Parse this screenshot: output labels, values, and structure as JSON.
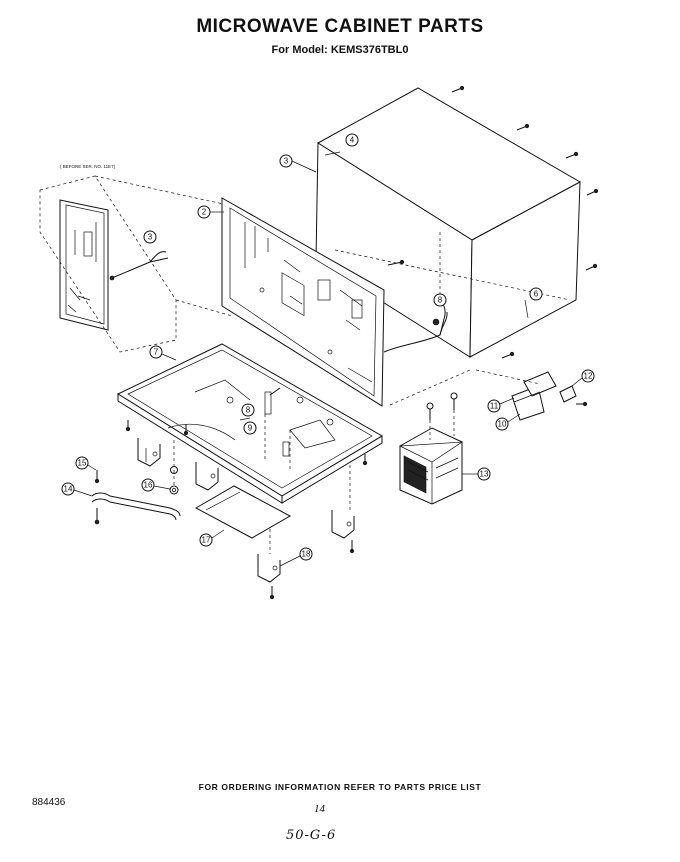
{
  "header": {
    "title": "MICROWAVE CABINET PARTS",
    "subtitle": "For Model: KEMS376TBL0"
  },
  "inset": {
    "label": "( BEFORE SER. NO. 11E7)"
  },
  "callouts": [
    {
      "num": "2"
    },
    {
      "num": "3"
    },
    {
      "num": "4"
    },
    {
      "num": "6"
    },
    {
      "num": "7"
    },
    {
      "num": "8"
    },
    {
      "num": "9"
    },
    {
      "num": "10"
    },
    {
      "num": "11"
    },
    {
      "num": "12"
    },
    {
      "num": "13"
    },
    {
      "num": "14"
    },
    {
      "num": "15"
    },
    {
      "num": "16"
    },
    {
      "num": "17"
    },
    {
      "num": "18"
    },
    {
      "num": "3"
    },
    {
      "num": "8"
    }
  ],
  "footer": {
    "ordering_note": "FOR ORDERING INFORMATION REFER TO PARTS PRICE LIST",
    "document_number": "884436",
    "page_number": "14",
    "handwritten_note": "50-G-6"
  }
}
